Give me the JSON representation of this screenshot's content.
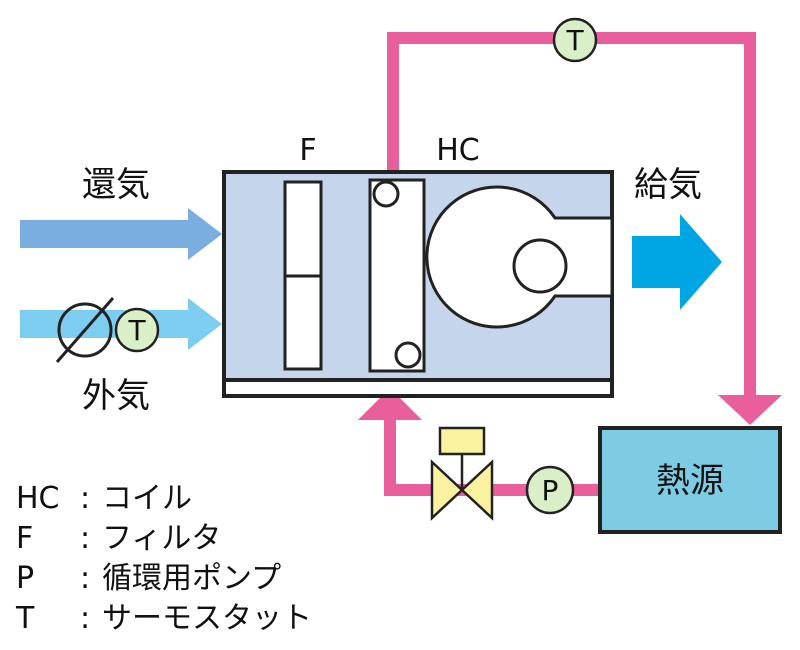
{
  "labels": {
    "return_air": "還気",
    "outside_air": "外気",
    "supply_air": "給気",
    "filter_label": "F",
    "coil_label": "HC",
    "heat_source": "熱源",
    "thermostat_symbol": "T",
    "pump_symbol": "P"
  },
  "legend": [
    {
      "key": "HC",
      "sep": ":",
      "desc": "コイル"
    },
    {
      "key": "F",
      "sep": ":",
      "desc": "フィルタ"
    },
    {
      "key": "P",
      "sep": ":",
      "desc": "循環用ポンプ"
    },
    {
      "key": "T",
      "sep": ":",
      "desc": "サーモスタット"
    }
  ],
  "colors": {
    "pipe": "#e95f9c",
    "unit_fill": "#c5d6ec",
    "return_arrow": "#7aaee0",
    "outside_arrow": "#7ccdef",
    "supply_arrow": "#00a6e4",
    "heat_source_fill": "#7ecbe4",
    "instrument_fill": "#d8efc8",
    "valve_fill": "#fbf2a0"
  }
}
